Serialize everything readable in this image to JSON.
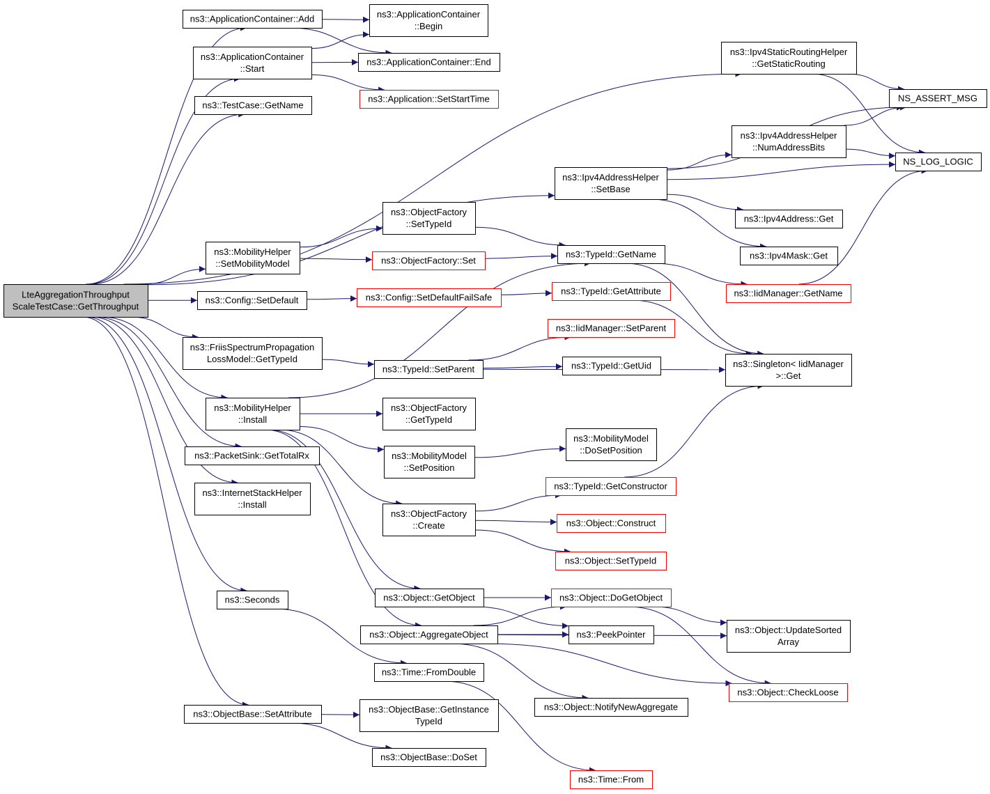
{
  "colors": {
    "edge": "#191970",
    "node_border": "#000000",
    "node_border_red": "#ff0000",
    "root_fill": "#bfbfbf"
  },
  "nodes": [
    {
      "id": "root",
      "lines": [
        "LteAggregationThroughput",
        "ScaleTestCase::GetThroughput"
      ],
      "style": "root"
    },
    {
      "id": "appcont_add",
      "lines": [
        "ns3::ApplicationContainer::Add"
      ],
      "style": "normal"
    },
    {
      "id": "appcont_start",
      "lines": [
        "ns3::ApplicationContainer",
        "::Start"
      ],
      "style": "normal"
    },
    {
      "id": "testcase_getname",
      "lines": [
        "ns3::TestCase::GetName"
      ],
      "style": "normal"
    },
    {
      "id": "mobhelper_setmodel",
      "lines": [
        "ns3::MobilityHelper",
        "::SetMobilityModel"
      ],
      "style": "normal"
    },
    {
      "id": "config_setdefault",
      "lines": [
        "ns3::Config::SetDefault"
      ],
      "style": "normal"
    },
    {
      "id": "friis_gettypeid",
      "lines": [
        "ns3::FriisSpectrumPropagation",
        "LossModel::GetTypeId"
      ],
      "style": "normal"
    },
    {
      "id": "mobhelper_install",
      "lines": [
        "ns3::MobilityHelper",
        "::Install"
      ],
      "style": "normal"
    },
    {
      "id": "packetsink_gettotalrx",
      "lines": [
        "ns3::PacketSink::GetTotalRx"
      ],
      "style": "normal"
    },
    {
      "id": "internetstack_install",
      "lines": [
        "ns3::InternetStackHelper",
        "::Install"
      ],
      "style": "normal"
    },
    {
      "id": "seconds",
      "lines": [
        "ns3::Seconds"
      ],
      "style": "normal"
    },
    {
      "id": "objectbase_setattribute",
      "lines": [
        "ns3::ObjectBase::SetAttribute"
      ],
      "style": "normal"
    },
    {
      "id": "appcont_begin",
      "lines": [
        "ns3::ApplicationContainer",
        "::Begin"
      ],
      "style": "normal"
    },
    {
      "id": "appcont_end",
      "lines": [
        "ns3::ApplicationContainer::End"
      ],
      "style": "normal"
    },
    {
      "id": "app_setstarttime",
      "lines": [
        "ns3::Application::SetStartTime"
      ],
      "style": "red"
    },
    {
      "id": "objfactory_settypeid",
      "lines": [
        "ns3::ObjectFactory",
        "::SetTypeId"
      ],
      "style": "normal"
    },
    {
      "id": "objfactory_set",
      "lines": [
        "ns3::ObjectFactory::Set"
      ],
      "style": "red"
    },
    {
      "id": "config_setdefaultfailsafe",
      "lines": [
        "ns3::Config::SetDefaultFailSafe"
      ],
      "style": "red"
    },
    {
      "id": "typeid_setparent",
      "lines": [
        "ns3::TypeId::SetParent"
      ],
      "style": "normal"
    },
    {
      "id": "objfactory_gettypeid",
      "lines": [
        "ns3::ObjectFactory",
        "::GetTypeId"
      ],
      "style": "normal"
    },
    {
      "id": "mobmodel_setposition",
      "lines": [
        "ns3::MobilityModel",
        "::SetPosition"
      ],
      "style": "normal"
    },
    {
      "id": "objfactory_create",
      "lines": [
        "ns3::ObjectFactory",
        "::Create"
      ],
      "style": "normal"
    },
    {
      "id": "object_getobject",
      "lines": [
        "ns3::Object::GetObject"
      ],
      "style": "normal"
    },
    {
      "id": "object_aggregateobject",
      "lines": [
        "ns3::Object::AggregateObject"
      ],
      "style": "normal"
    },
    {
      "id": "time_fromdouble",
      "lines": [
        "ns3::Time::FromDouble"
      ],
      "style": "normal"
    },
    {
      "id": "objectbase_getinstancetypeid",
      "lines": [
        "ns3::ObjectBase::GetInstance",
        "TypeId"
      ],
      "style": "normal"
    },
    {
      "id": "objectbase_doset",
      "lines": [
        "ns3::ObjectBase::DoSet"
      ],
      "style": "normal"
    },
    {
      "id": "ipv4static_getstaticrouting",
      "lines": [
        "ns3::Ipv4StaticRoutingHelper",
        "::GetStaticRouting"
      ],
      "style": "normal"
    },
    {
      "id": "ipv4addrhelper_setbase",
      "lines": [
        "ns3::Ipv4AddressHelper",
        "::SetBase"
      ],
      "style": "normal"
    },
    {
      "id": "typeid_getname",
      "lines": [
        "ns3::TypeId::GetName"
      ],
      "style": "normal"
    },
    {
      "id": "typeid_getattribute",
      "lines": [
        "ns3::TypeId::GetAttribute"
      ],
      "style": "red"
    },
    {
      "id": "iidmanager_setparent",
      "lines": [
        "ns3::IidManager::SetParent"
      ],
      "style": "red"
    },
    {
      "id": "typeid_getuid",
      "lines": [
        "ns3::TypeId::GetUid"
      ],
      "style": "normal"
    },
    {
      "id": "mobmodel_dosetposition",
      "lines": [
        "ns3::MobilityModel",
        "::DoSetPosition"
      ],
      "style": "normal"
    },
    {
      "id": "typeid_getconstructor",
      "lines": [
        "ns3::TypeId::GetConstructor"
      ],
      "style": "red"
    },
    {
      "id": "object_construct",
      "lines": [
        "ns3::Object::Construct"
      ],
      "style": "red"
    },
    {
      "id": "object_settypeid",
      "lines": [
        "ns3::Object::SetTypeId"
      ],
      "style": "red"
    },
    {
      "id": "object_dogetobject",
      "lines": [
        "ns3::Object::DoGetObject"
      ],
      "style": "red"
    },
    {
      "id": "peekpointer",
      "lines": [
        "ns3::PeekPointer"
      ],
      "style": "normal"
    },
    {
      "id": "object_notifynewaggregate",
      "lines": [
        "ns3::Object::NotifyNewAggregate"
      ],
      "style": "normal"
    },
    {
      "id": "time_from",
      "lines": [
        "ns3::Time::From"
      ],
      "style": "red"
    },
    {
      "id": "ipv4addrhelper_numaddressbits",
      "lines": [
        "ns3::Ipv4AddressHelper",
        "::NumAddressBits"
      ],
      "style": "normal"
    },
    {
      "id": "ipv4address_get",
      "lines": [
        "ns3::Ipv4Address::Get"
      ],
      "style": "normal"
    },
    {
      "id": "ipv4mask_get",
      "lines": [
        "ns3::Ipv4Mask::Get"
      ],
      "style": "normal"
    },
    {
      "id": "iidmanager_getname",
      "lines": [
        "ns3::IidManager::GetName"
      ],
      "style": "red"
    },
    {
      "id": "singleton_get",
      "lines": [
        "ns3::Singleton< IidManager",
        ">::Get"
      ],
      "style": "normal"
    },
    {
      "id": "object_updatesortedarray",
      "lines": [
        "ns3::Object::UpdateSorted",
        "Array"
      ],
      "style": "normal"
    },
    {
      "id": "object_checkloose",
      "lines": [
        "ns3::Object::CheckLoose"
      ],
      "style": "red"
    },
    {
      "id": "ns_assert_msg",
      "lines": [
        "NS_ASSERT_MSG"
      ],
      "style": "normal"
    },
    {
      "id": "ns_log_logic",
      "lines": [
        "NS_LOG_LOGIC"
      ],
      "style": "normal"
    }
  ],
  "edges": [
    [
      "root",
      "appcont_add"
    ],
    [
      "root",
      "appcont_start"
    ],
    [
      "root",
      "testcase_getname"
    ],
    [
      "root",
      "ipv4static_getstaticrouting"
    ],
    [
      "root",
      "ipv4addrhelper_setbase"
    ],
    [
      "root",
      "mobhelper_setmodel"
    ],
    [
      "root",
      "config_setdefault"
    ],
    [
      "root",
      "friis_gettypeid"
    ],
    [
      "root",
      "mobhelper_install"
    ],
    [
      "root",
      "packetsink_gettotalrx"
    ],
    [
      "root",
      "internetstack_install"
    ],
    [
      "root",
      "seconds"
    ],
    [
      "root",
      "objectbase_setattribute"
    ],
    [
      "appcont_add",
      "appcont_begin"
    ],
    [
      "appcont_add",
      "appcont_end"
    ],
    [
      "appcont_start",
      "appcont_begin"
    ],
    [
      "appcont_start",
      "appcont_end"
    ],
    [
      "appcont_start",
      "app_setstarttime"
    ],
    [
      "mobhelper_setmodel",
      "objfactory_settypeid"
    ],
    [
      "mobhelper_setmodel",
      "objfactory_set"
    ],
    [
      "config_setdefault",
      "config_setdefaultfailsafe"
    ],
    [
      "friis_gettypeid",
      "typeid_setparent"
    ],
    [
      "mobhelper_install",
      "typeid_getname"
    ],
    [
      "mobhelper_install",
      "objfactory_gettypeid"
    ],
    [
      "mobhelper_install",
      "mobmodel_setposition"
    ],
    [
      "mobhelper_install",
      "objfactory_create"
    ],
    [
      "mobhelper_install",
      "object_getobject"
    ],
    [
      "mobhelper_install",
      "object_aggregateobject"
    ],
    [
      "seconds",
      "time_fromdouble"
    ],
    [
      "objectbase_setattribute",
      "objectbase_getinstancetypeid"
    ],
    [
      "objectbase_setattribute",
      "objectbase_doset"
    ],
    [
      "objfactory_settypeid",
      "typeid_getname"
    ],
    [
      "objfactory_set",
      "typeid_getname"
    ],
    [
      "config_setdefaultfailsafe",
      "typeid_getattribute"
    ],
    [
      "typeid_setparent",
      "iidmanager_setparent"
    ],
    [
      "typeid_setparent",
      "typeid_getuid"
    ],
    [
      "typeid_setparent",
      "singleton_get"
    ],
    [
      "mobmodel_setposition",
      "mobmodel_dosetposition"
    ],
    [
      "objfactory_create",
      "typeid_getconstructor"
    ],
    [
      "objfactory_create",
      "object_construct"
    ],
    [
      "objfactory_create",
      "object_settypeid"
    ],
    [
      "object_getobject",
      "object_dogetobject"
    ],
    [
      "object_getobject",
      "peekpointer"
    ],
    [
      "object_aggregateobject",
      "object_dogetobject"
    ],
    [
      "object_aggregateobject",
      "peekpointer"
    ],
    [
      "object_aggregateobject",
      "object_updatesortedarray"
    ],
    [
      "object_aggregateobject",
      "object_notifynewaggregate"
    ],
    [
      "object_aggregateobject",
      "object_checkloose"
    ],
    [
      "time_fromdouble",
      "time_from"
    ],
    [
      "ipv4static_getstaticrouting",
      "ns_assert_msg"
    ],
    [
      "ipv4static_getstaticrouting",
      "ns_log_logic"
    ],
    [
      "ipv4addrhelper_setbase",
      "ns_assert_msg"
    ],
    [
      "ipv4addrhelper_setbase",
      "ipv4addrhelper_numaddressbits"
    ],
    [
      "ipv4addrhelper_setbase",
      "ns_log_logic"
    ],
    [
      "ipv4addrhelper_setbase",
      "ipv4address_get"
    ],
    [
      "ipv4addrhelper_setbase",
      "ipv4mask_get"
    ],
    [
      "typeid_getname",
      "iidmanager_getname"
    ],
    [
      "typeid_getname",
      "singleton_get"
    ],
    [
      "typeid_getattribute",
      "singleton_get"
    ],
    [
      "typeid_getconstructor",
      "singleton_get"
    ],
    [
      "object_dogetobject",
      "object_updatesortedarray"
    ],
    [
      "object_dogetobject",
      "object_checkloose"
    ],
    [
      "ipv4addrhelper_numaddressbits",
      "ns_assert_msg"
    ],
    [
      "ipv4addrhelper_numaddressbits",
      "ns_log_logic"
    ],
    [
      "iidmanager_getname",
      "ns_log_logic"
    ]
  ]
}
